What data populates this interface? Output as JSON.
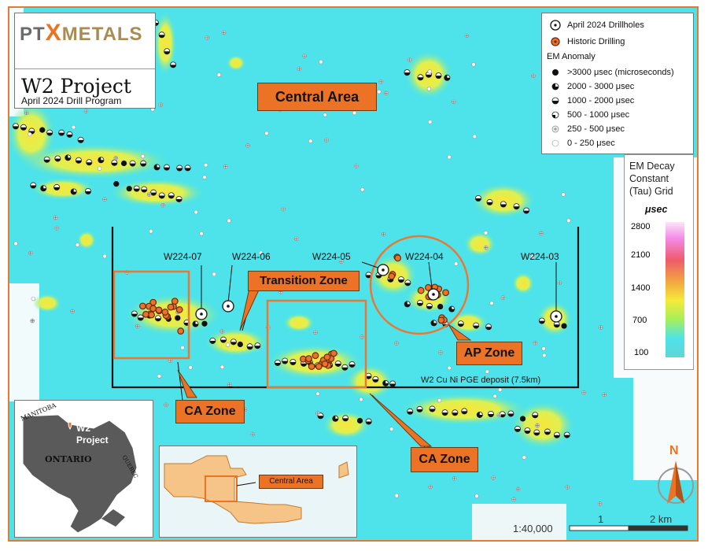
{
  "brand": {
    "left": "PT",
    "x": "X",
    "right": "METALS"
  },
  "title": "W2 Project",
  "subtitle": "April 2024 Drill Program",
  "central_area_label": "Central Area",
  "zones": {
    "transition": "Transition Zone",
    "ap": "AP Zone",
    "ca_left": "CA Zone",
    "ca_bottom": "CA Zone"
  },
  "drillholes": [
    "W224-07",
    "W224-06",
    "W224-05",
    "W224-04",
    "W224-03"
  ],
  "deposit_label": "W2 Cu Ni PGE deposit (7.5km)",
  "legend": {
    "april": "April 2024 Drillholes",
    "historic": "Historic Drilling",
    "em_title": "EM Anomaly",
    "em_items": [
      ">3000 μsec (microseconds)",
      "2000 - 3000 μsec",
      "1000 - 2000 μsec",
      "500 - 1000 μsec",
      "250 - 500 μsec",
      "0 - 250 μsec"
    ]
  },
  "tau": {
    "title_lines": [
      "EM Decay",
      "Constant",
      "(Tau) Grid"
    ],
    "unit": "μsec",
    "ticks": [
      "2800",
      "2100",
      "1400",
      "700",
      "100"
    ]
  },
  "inset": {
    "province": "ONTARIO",
    "north": "MANITOBA",
    "east": "QUEBEC",
    "project_line1": "W2",
    "project_line2": "Project",
    "central_area": "Central Area"
  },
  "scale": {
    "ratio": "1:40,000",
    "mid": "1",
    "end": "2 km"
  },
  "north_letter": "N",
  "colors": {
    "background_cyan": "#4ee3ea",
    "anomaly_yellow": "#f4e43a",
    "accent_orange": "#ec7325",
    "frame_orange": "#e87833"
  }
}
